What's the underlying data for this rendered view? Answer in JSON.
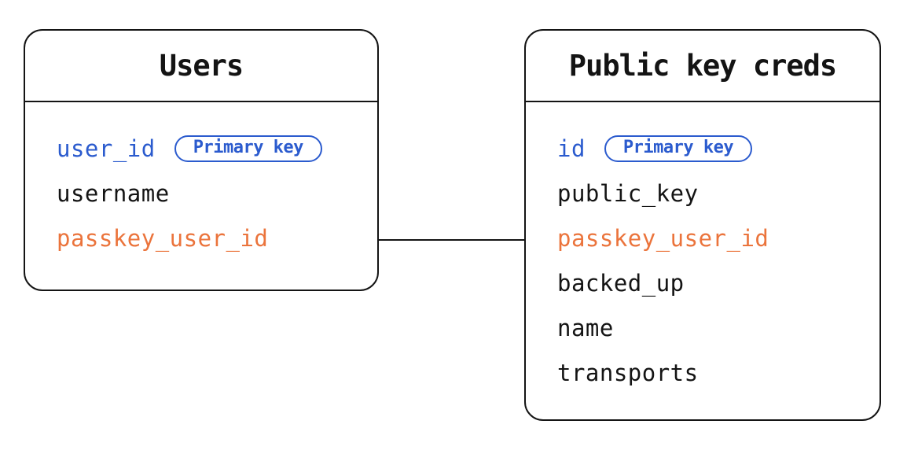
{
  "diagram": {
    "colors": {
      "primary_key_blue": "#2b5bce",
      "foreign_key_orange": "#eb743c",
      "line_black": "#141414",
      "background": "#ffffff"
    },
    "tables": [
      {
        "title": "Users",
        "fields": [
          {
            "name": "user_id",
            "color": "blue",
            "badge": "Primary key"
          },
          {
            "name": "username",
            "color": "black"
          },
          {
            "name": "passkey_user_id",
            "color": "orange"
          }
        ]
      },
      {
        "title": "Public key creds",
        "fields": [
          {
            "name": "id",
            "color": "blue",
            "badge": "Primary key"
          },
          {
            "name": "public_key",
            "color": "black"
          },
          {
            "name": "passkey_user_id",
            "color": "orange"
          },
          {
            "name": "backed_up",
            "color": "black"
          },
          {
            "name": "name",
            "color": "black"
          },
          {
            "name": "transports",
            "color": "black"
          }
        ]
      }
    ],
    "relationship": {
      "from_table": "Users",
      "from_field": "passkey_user_id",
      "to_table": "Public key creds",
      "to_field": "passkey_user_id"
    }
  }
}
